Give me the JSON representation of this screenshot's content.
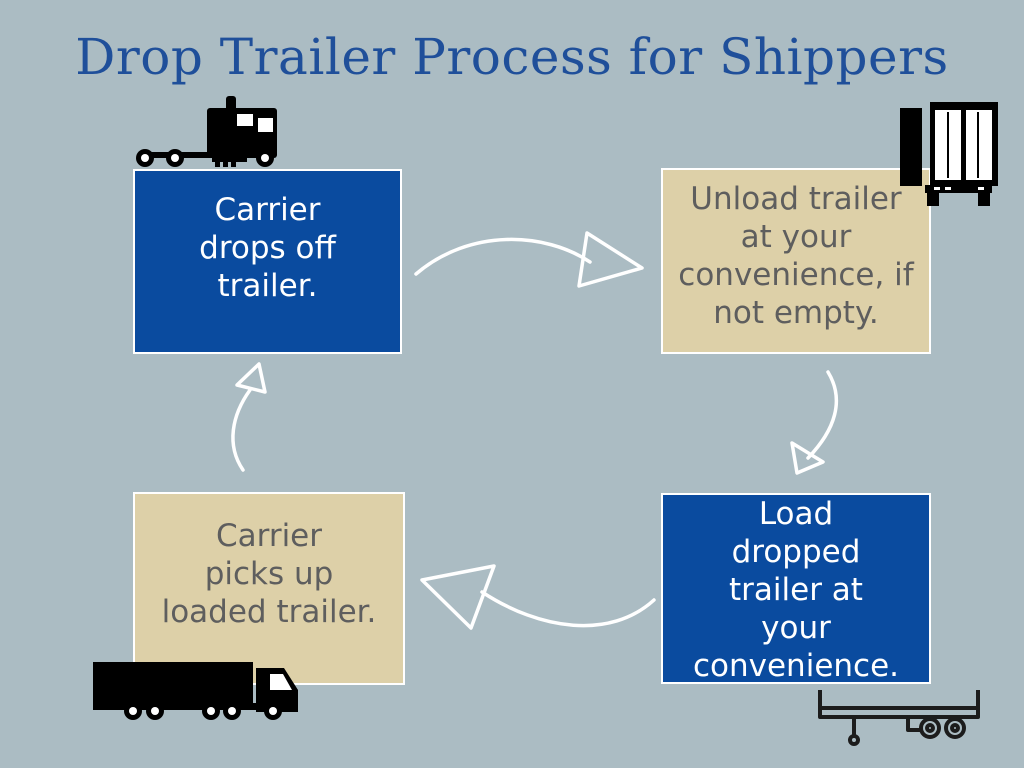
{
  "title": "Drop Trailer Process for Shippers",
  "steps": [
    {
      "lines": [
        "Carrier",
        "drops off",
        "trailer."
      ],
      "color": "blue"
    },
    {
      "lines": [
        "Unload trailer",
        "at your",
        "convenience, if",
        "not empty."
      ],
      "color": "tan"
    },
    {
      "lines": [
        "Load",
        "dropped",
        "trailer at",
        "your",
        "convenience."
      ],
      "color": "blue"
    },
    {
      "lines": [
        "Carrier",
        "picks up",
        "loaded trailer."
      ],
      "color": "tan"
    }
  ],
  "colors": {
    "background": "#abbcc3",
    "blue": "#0a4b9f",
    "tan": "#ddd0a8",
    "title": "#1f4f9a"
  },
  "icons": [
    "truck-tractor-icon",
    "open-trailer-icon",
    "semi-truck-icon",
    "flatbed-trailer-icon"
  ]
}
